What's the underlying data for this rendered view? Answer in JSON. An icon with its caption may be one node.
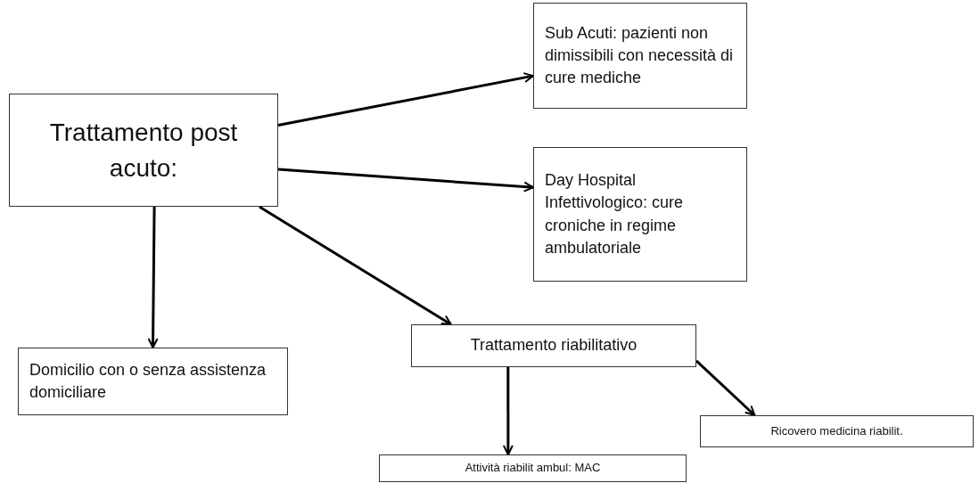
{
  "diagram": {
    "nodes": [
      {
        "text": [
          "Trattamento post acuto:"
        ]
      },
      {
        "text": [
          "Sub Acuti: pazienti non dimissibili con necessità di cure mediche"
        ]
      },
      {
        "text": [
          "Day Hospital Infettivologico: cure croniche in regime ambulatoriale"
        ]
      },
      {
        "text": [
          "Domicilio con o senza assistenza domiciliare"
        ]
      },
      {
        "text": [
          "Trattamento riabilitativo"
        ]
      },
      {
        "text": [
          "Ricovero medicina riabilit."
        ]
      },
      {
        "text": [
          "Attività riabilit ambul: MAC"
        ]
      }
    ],
    "edges": [
      {
        "from": 0,
        "to": 1,
        "arrow": "to"
      },
      {
        "from": 0,
        "to": 2,
        "arrow": "to"
      },
      {
        "from": 0,
        "to": 3,
        "arrow": "to"
      },
      {
        "from": 0,
        "to": 4,
        "arrow": "to"
      },
      {
        "from": 4,
        "to": 6,
        "arrow": "to"
      },
      {
        "from": 4,
        "to": 5,
        "arrow": "to"
      }
    ]
  }
}
